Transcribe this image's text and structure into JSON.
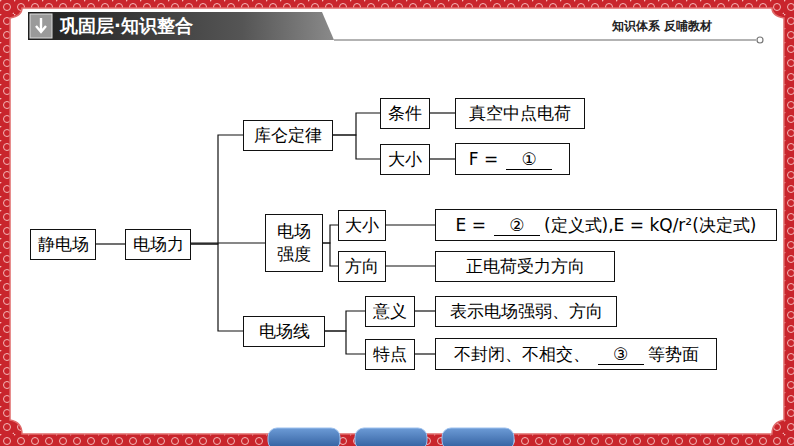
{
  "diagram": {
    "title": "巩固层·知识整合",
    "nodes": [
      {
        "text": [
          "静电场"
        ]
      },
      {
        "text": [
          "电场力"
        ]
      },
      {
        "text": [
          "库仑定律"
        ]
      },
      {
        "text": [
          "条件"
        ]
      },
      {
        "text": [
          "真空中点电荷"
        ]
      },
      {
        "text": [
          "大小"
        ]
      },
      {
        "text": [
          "F =",
          "①"
        ]
      },
      {
        "text": [
          "电场 强度"
        ]
      },
      {
        "text": [
          "大小"
        ]
      },
      {
        "text": [
          "E =",
          "②",
          "(定义式),E = kQ/r²(决定式)"
        ]
      },
      {
        "text": [
          "方向"
        ]
      },
      {
        "text": [
          "正电荷受力方向"
        ]
      },
      {
        "text": [
          "电场线"
        ]
      },
      {
        "text": [
          "意义"
        ]
      },
      {
        "text": [
          "表示电场强弱、方向"
        ]
      },
      {
        "text": [
          "特点"
        ]
      },
      {
        "text": [
          "不封闭、不相交、",
          "③",
          "等势面"
        ]
      }
    ],
    "edges": [
      {
        "from": 0,
        "to": 1,
        "arrow": "none"
      },
      {
        "from": 1,
        "to": 2,
        "arrow": "none"
      },
      {
        "from": 1,
        "to": 7,
        "arrow": "none"
      },
      {
        "from": 1,
        "to": 12,
        "arrow": "none"
      },
      {
        "from": 2,
        "to": 3,
        "arrow": "none"
      },
      {
        "from": 2,
        "to": 5,
        "arrow": "none"
      },
      {
        "from": 3,
        "to": 4,
        "arrow": "none"
      },
      {
        "from": 5,
        "to": 6,
        "arrow": "none"
      },
      {
        "from": 7,
        "to": 8,
        "arrow": "none"
      },
      {
        "from": 7,
        "to": 10,
        "arrow": "none"
      },
      {
        "from": 8,
        "to": 9,
        "arrow": "none"
      },
      {
        "from": 10,
        "to": 11,
        "arrow": "none"
      },
      {
        "from": 12,
        "to": 13,
        "arrow": "none"
      },
      {
        "from": 12,
        "to": 15,
        "arrow": "none"
      },
      {
        "from": 13,
        "to": 14,
        "arrow": "none"
      },
      {
        "from": 15,
        "to": 16,
        "arrow": "none"
      }
    ],
    "labels": [
      "知识体系 反哺教材"
    ]
  }
}
